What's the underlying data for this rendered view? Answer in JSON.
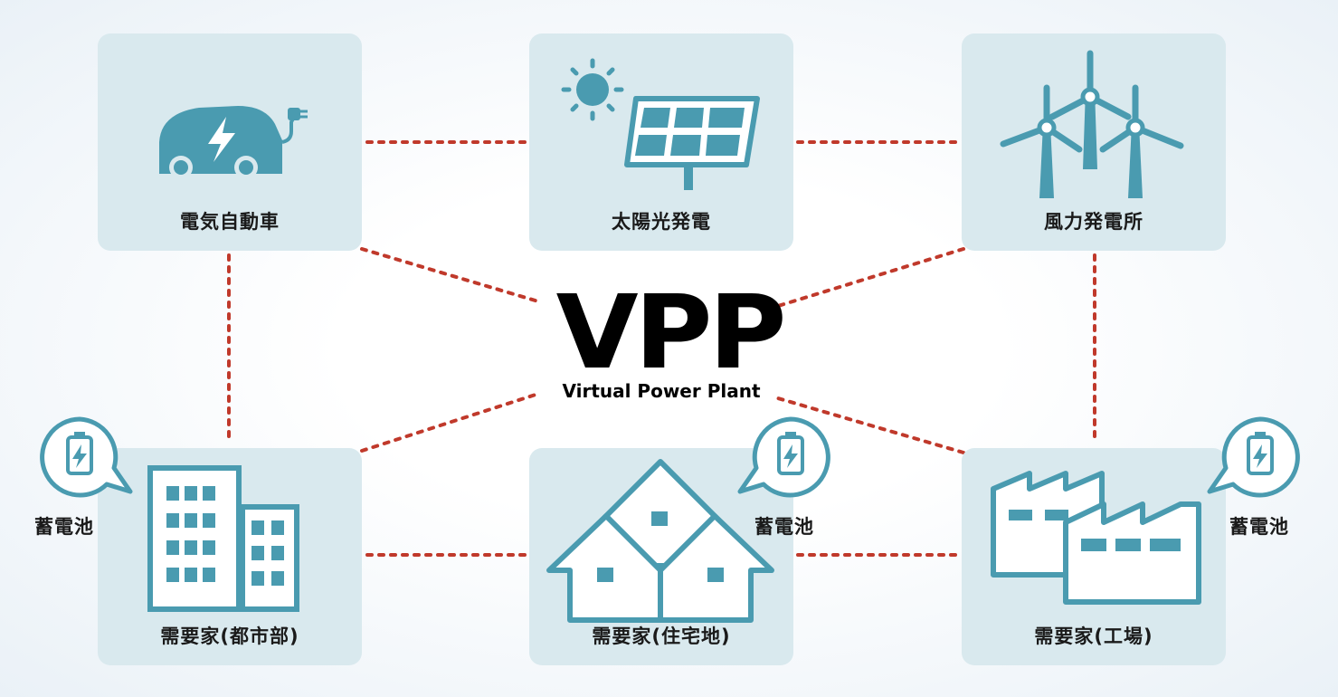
{
  "center": {
    "title": "VPP",
    "subtitle": "Virtual Power Plant"
  },
  "nodes": {
    "ev": {
      "label": "電気自動車",
      "icon": "electric-car-icon"
    },
    "solar": {
      "label": "太陽光発電",
      "icon": "solar-panel-icon"
    },
    "wind": {
      "label": "風力発電所",
      "icon": "wind-turbine-icon"
    },
    "urban": {
      "label": "需要家(都市部)",
      "icon": "office-building-icon"
    },
    "residential": {
      "label": "需要家(住宅地)",
      "icon": "houses-icon"
    },
    "factory": {
      "label": "需要家(工場)",
      "icon": "factory-icon"
    }
  },
  "battery": {
    "label": "蓄電池",
    "icon": "battery-icon"
  },
  "colors": {
    "card": "#d9e9ee",
    "icon": "#4a9bb0",
    "link": "#c0392b"
  }
}
